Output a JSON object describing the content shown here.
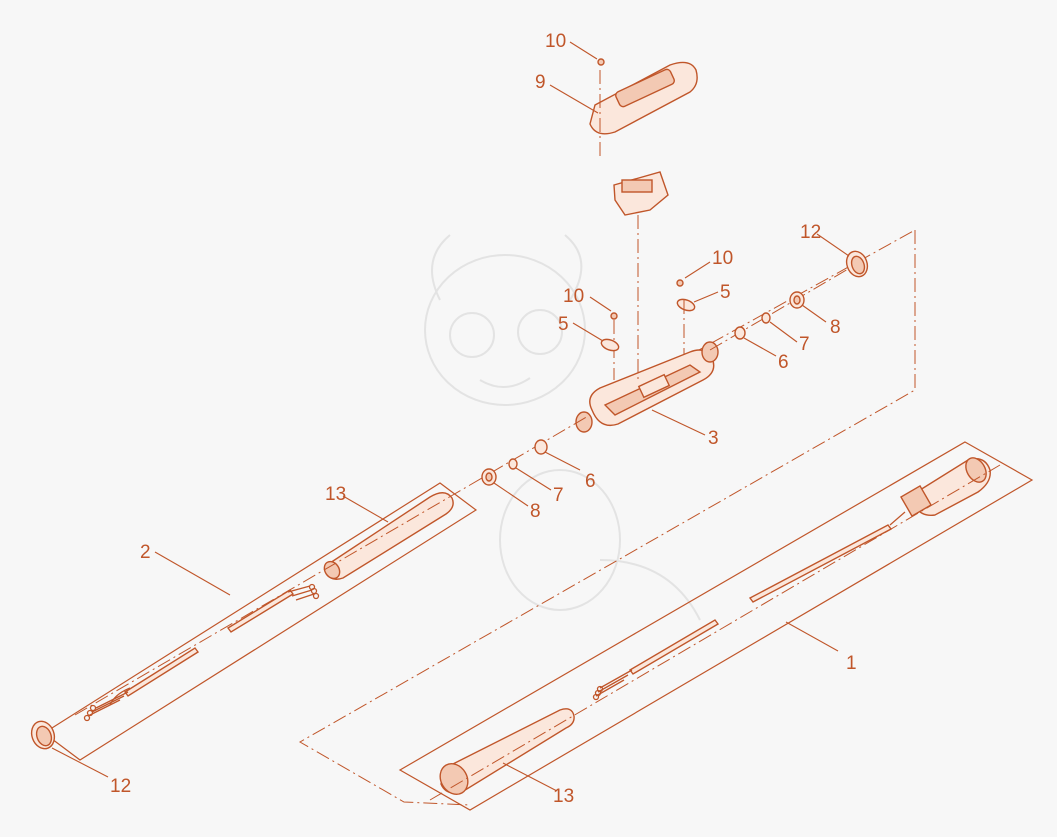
{
  "colors": {
    "background": "#f7f7f7",
    "line": "#c0562a",
    "fill_light": "#fbe7dc",
    "fill_mid": "#f3c9b3",
    "watermark": "#e3e3e3"
  },
  "callouts": {
    "c1": "1",
    "c2": "2",
    "c3": "3",
    "c5a": "5",
    "c5b": "5",
    "c6a": "6",
    "c6b": "6",
    "c7a": "7",
    "c7b": "7",
    "c8a": "8",
    "c8b": "8",
    "c9": "9",
    "c10a": "10",
    "c10b": "10",
    "c10c": "10",
    "c12a": "12",
    "c12b": "12",
    "c13a": "13",
    "c13b": "13"
  }
}
